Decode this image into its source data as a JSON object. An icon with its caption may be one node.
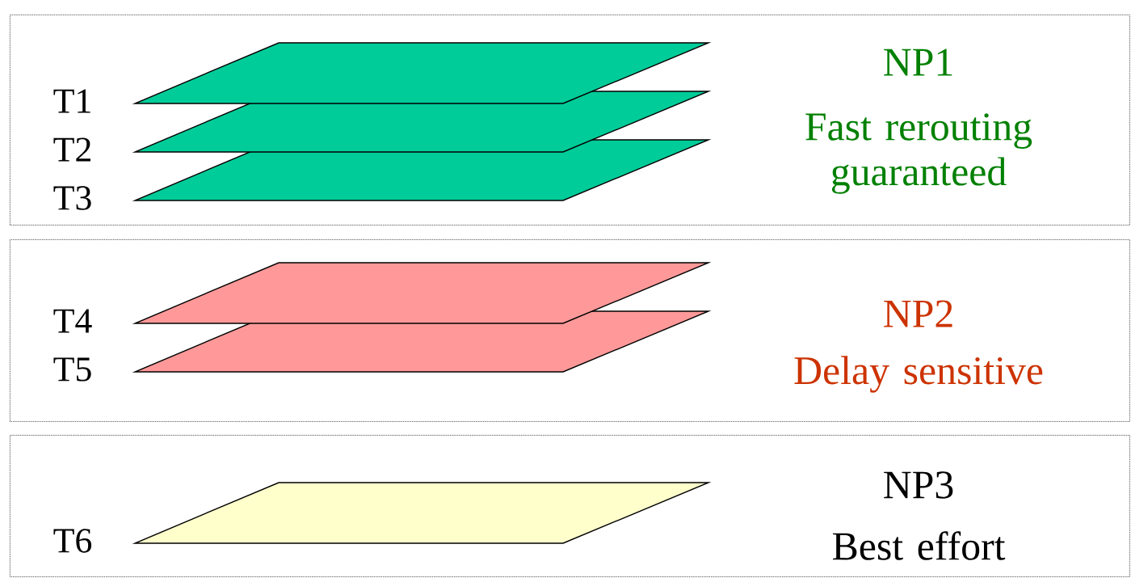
{
  "diagram": {
    "nodes": [
      {
        "text": [
          "NP1",
          "Fast rerouting guaranteed"
        ]
      },
      {
        "text": [],
        "shape": "parallelogram",
        "in": 0,
        "beside": [
          "T1"
        ]
      },
      {
        "text": [],
        "shape": "parallelogram",
        "in": 0,
        "beside": [
          "T2"
        ]
      },
      {
        "text": [],
        "shape": "parallelogram",
        "in": 0,
        "beside": [
          "T3"
        ]
      },
      {
        "text": [
          "NP2",
          "Delay sensitive"
        ]
      },
      {
        "text": [],
        "shape": "parallelogram",
        "in": 4,
        "beside": [
          "T4"
        ]
      },
      {
        "text": [],
        "shape": "parallelogram",
        "in": 4,
        "beside": [
          "T5"
        ]
      },
      {
        "text": [
          "NP3",
          "Best effort"
        ]
      },
      {
        "text": [],
        "shape": "parallelogram",
        "in": 7,
        "beside": [
          "T6"
        ]
      }
    ]
  }
}
